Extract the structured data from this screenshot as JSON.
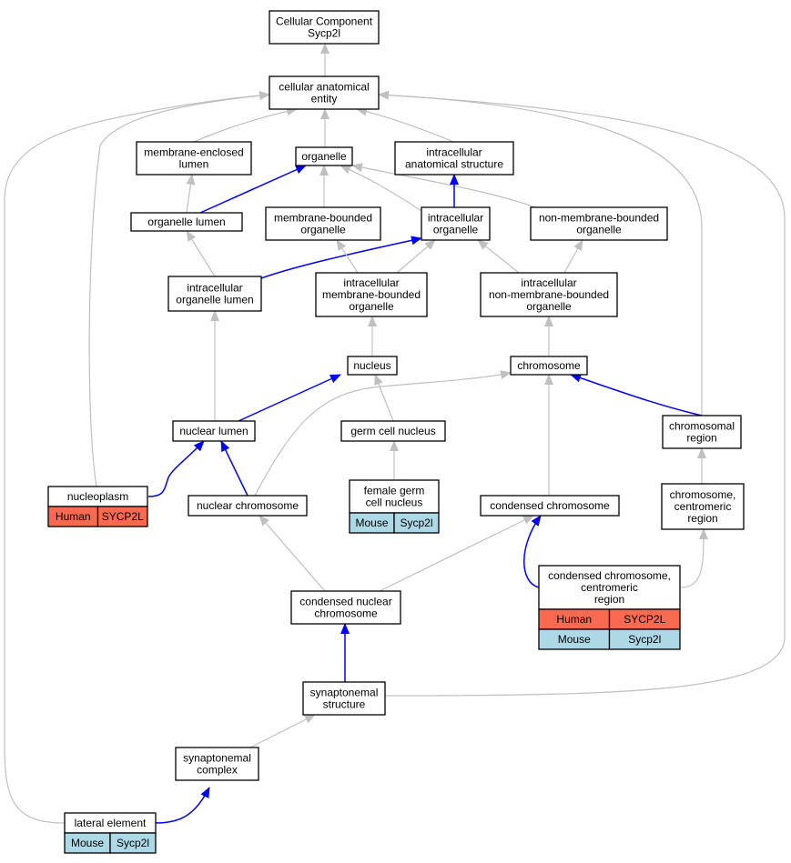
{
  "colors": {
    "human": "#fa6a50",
    "mouse": "#add8e6",
    "edge_is_a": "#c0c0c0",
    "edge_part_of": "#0000ff"
  },
  "nodes": {
    "root": {
      "lines": [
        "Cellular Component",
        "Sycp2l"
      ]
    },
    "cae": {
      "lines": [
        "cellular anatomical",
        "entity"
      ]
    },
    "mel": {
      "lines": [
        "membrane-enclosed",
        "lumen"
      ]
    },
    "organelle": {
      "lines": [
        "organelle"
      ]
    },
    "ias": {
      "lines": [
        "intracellular",
        "anatomical structure"
      ]
    },
    "ol": {
      "lines": [
        "organelle lumen"
      ]
    },
    "mbo": {
      "lines": [
        "membrane-bounded",
        "organelle"
      ]
    },
    "io": {
      "lines": [
        "intracellular",
        "organelle"
      ]
    },
    "nmbo": {
      "lines": [
        "non-membrane-bounded",
        "organelle"
      ]
    },
    "iol": {
      "lines": [
        "intracellular",
        "organelle lumen"
      ]
    },
    "imbo": {
      "lines": [
        "intracellular",
        "membrane-bounded",
        "organelle"
      ]
    },
    "inmbo": {
      "lines": [
        "intracellular",
        "non-membrane-bounded",
        "organelle"
      ]
    },
    "nucleus": {
      "lines": [
        "nucleus"
      ]
    },
    "chromosome": {
      "lines": [
        "chromosome"
      ]
    },
    "nl": {
      "lines": [
        "nuclear lumen"
      ]
    },
    "gcn": {
      "lines": [
        "germ cell nucleus"
      ]
    },
    "cr": {
      "lines": [
        "chromosomal",
        "region"
      ]
    },
    "nucleoplasm": {
      "lines": [
        "nucleoplasm"
      ],
      "annotations": [
        [
          "Human",
          "SYCP2L"
        ]
      ]
    },
    "nc": {
      "lines": [
        "nuclear chromosome"
      ]
    },
    "fgcn": {
      "lines": [
        "female germ",
        "cell nucleus"
      ],
      "annotations": [
        [
          "Mouse",
          "Sycp2l"
        ]
      ]
    },
    "cc": {
      "lines": [
        "condensed chromosome"
      ]
    },
    "ccr": {
      "lines": [
        "chromosome,",
        "centromeric",
        "region"
      ]
    },
    "ccc": {
      "lines": [
        "condensed chromosome,",
        "centromeric",
        "region"
      ],
      "annotations": [
        [
          "Human",
          "SYCP2L"
        ],
        [
          "Mouse",
          "Sycp2l"
        ]
      ]
    },
    "cnc": {
      "lines": [
        "condensed nuclear",
        "chromosome"
      ]
    },
    "ss": {
      "lines": [
        "synaptonemal",
        "structure"
      ]
    },
    "sc": {
      "lines": [
        "synaptonemal",
        "complex"
      ]
    },
    "le": {
      "lines": [
        "lateral element"
      ],
      "annotations": [
        [
          "Mouse",
          "Sycp2l"
        ]
      ]
    }
  }
}
